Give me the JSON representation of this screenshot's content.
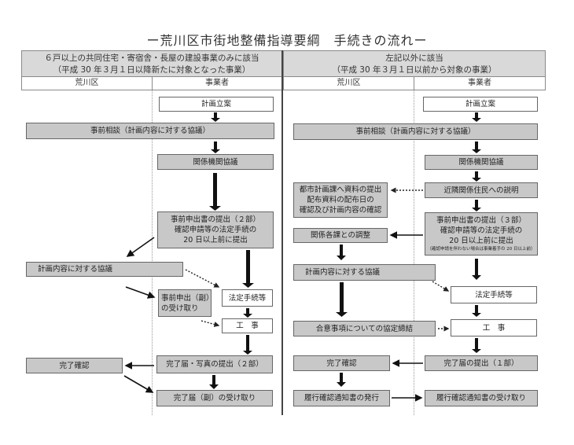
{
  "title": "ー荒川区市街地整備指導要綱　手続きの流れー",
  "left_section": {
    "header_line1": "６戸以上の共同住宅・寄宿舎・長屋の建設事業のみに該当",
    "header_line2": "（平成 30 年３月１日以降新たに対象となった事業）",
    "col_ward": "荒川区",
    "col_business": "事業者",
    "steps": {
      "planning": "計画立案",
      "pre_consultation": "事前相談（計画内容に対する協議）",
      "agency_consultation": "関係機関協議",
      "pre_application_line1": "事前申出書の提出（２部）",
      "pre_application_line2": "確認申請等の法定手続の",
      "pre_application_line3": "20 日以上前に提出",
      "plan_consultation": "計画内容に対する協議",
      "receive_copy_line1": "事前申出（副）",
      "receive_copy_line2": "の受け取り",
      "legal_procedures": "法定手続等",
      "construction": "工　事",
      "completion_check": "完了確認",
      "completion_notice": "完了届・写真の提出（２部）",
      "receive_completion_copy": "完了届（副）の受け取り"
    }
  },
  "right_section": {
    "header_line1": "左記以外に該当",
    "header_line2": "（平成 30 年３月１日以前から対象の事業）",
    "col_ward": "荒川区",
    "col_business": "事業者",
    "steps": {
      "planning": "計画立案",
      "pre_consultation": "事前相談（計画内容に対する協議）",
      "agency_consultation": "関係機関協議",
      "urban_planning_line1": "都市計画課へ資料の提出",
      "urban_planning_line2": "配布資料の配布日の",
      "urban_planning_line3": "確認及び計画内容の確認",
      "resident_explanation": "近隣関係住民への説明",
      "dept_coordination": "関係各課との調整",
      "pre_application_line1": "事前申出書の提出（３部）",
      "pre_application_line2": "確認申請等の法定手続の",
      "pre_application_line3": "20 日以上前に提出",
      "pre_application_note": "（確認申請を伴わない場合は事業着手の 20 日以上前）",
      "plan_consultation": "計画内容に対する協議",
      "legal_procedures": "法定手続等",
      "agreement": "合意事項についての協定締結",
      "construction": "工　事",
      "completion_check": "完了確認",
      "completion_notice": "完了届の提出（１部）",
      "issue_certificate": "履行確認通知書の発行",
      "receive_certificate": "履行確認通知書の受け取り"
    }
  }
}
